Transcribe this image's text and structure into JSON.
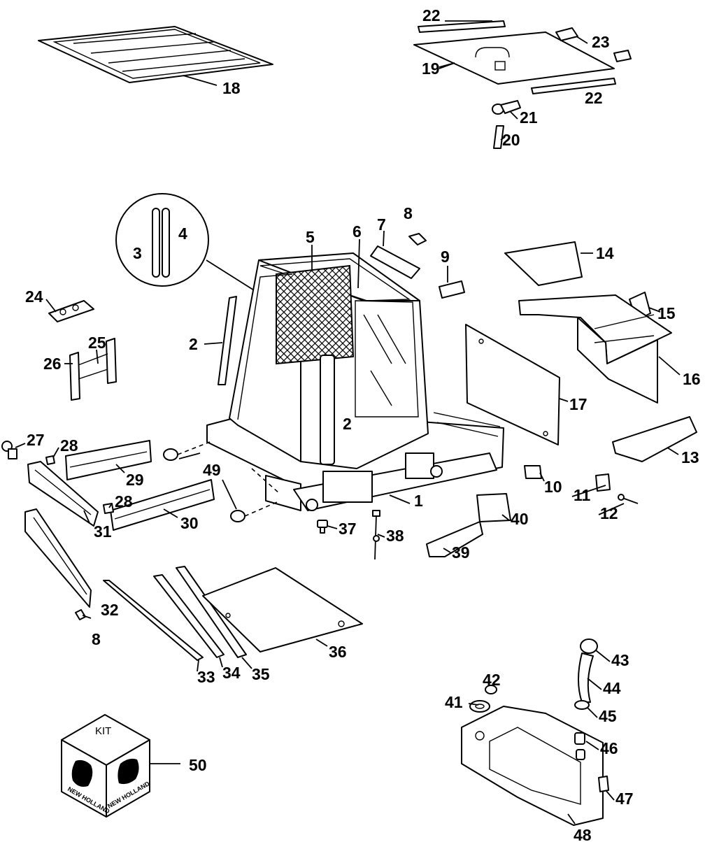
{
  "callouts": [
    "1",
    "2",
    "3",
    "4",
    "5",
    "6",
    "7",
    "8",
    "9",
    "10",
    "11",
    "12",
    "13",
    "14",
    "15",
    "16",
    "17",
    "18",
    "19",
    "20",
    "21",
    "22",
    "23",
    "24",
    "25",
    "26",
    "27",
    "28",
    "29",
    "30",
    "31",
    "32",
    "33",
    "34",
    "35",
    "36",
    "37",
    "38",
    "39",
    "40",
    "41",
    "42",
    "43",
    "44",
    "45",
    "46",
    "47",
    "48",
    "49",
    "50"
  ],
  "kit_box": {
    "label": "KIT",
    "brand": "NEW HOLLAND",
    "callout": "50"
  },
  "colors": {
    "line": "#000000",
    "background": "#ffffff"
  }
}
